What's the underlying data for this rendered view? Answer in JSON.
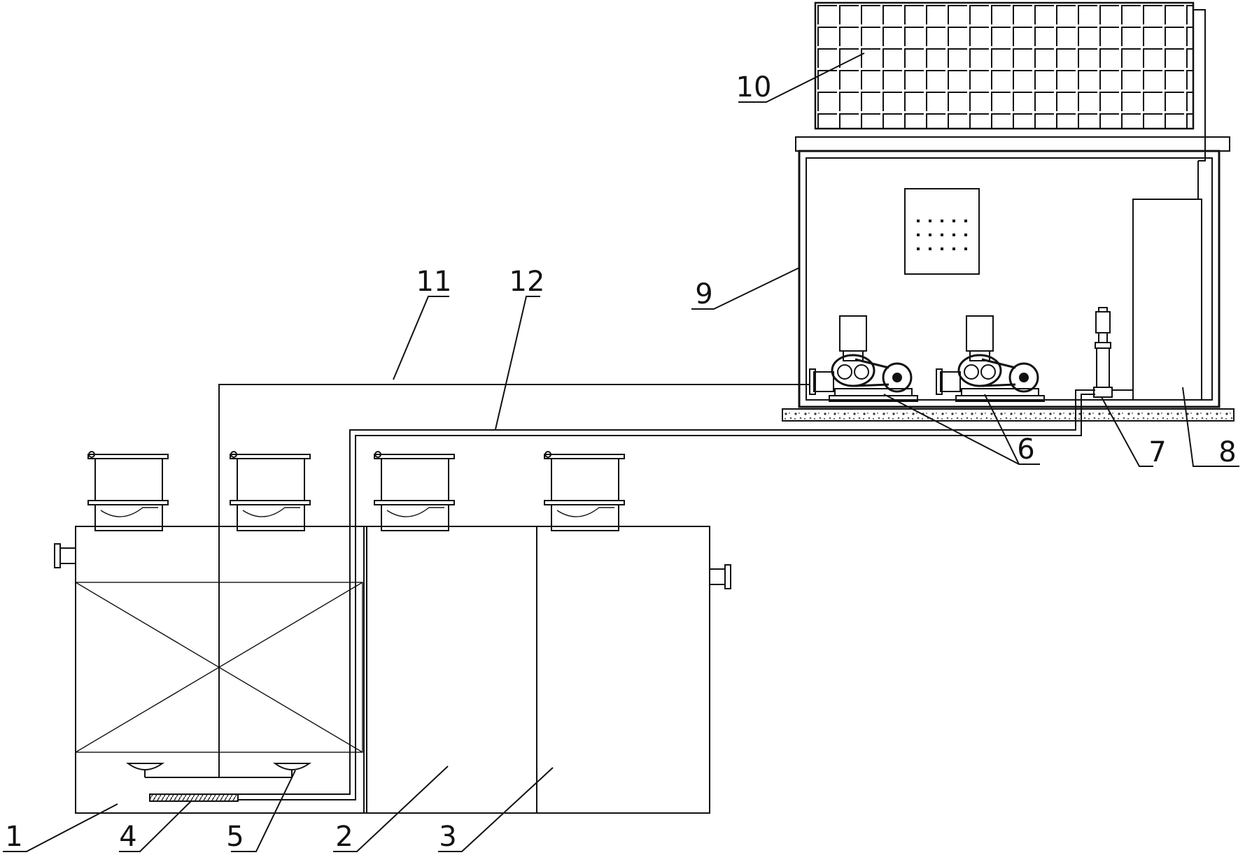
{
  "diagram": {
    "labels": [
      {
        "id": "label-1",
        "text": "1"
      },
      {
        "id": "label-2",
        "text": "2"
      },
      {
        "id": "label-3",
        "text": "3"
      },
      {
        "id": "label-4",
        "text": "4"
      },
      {
        "id": "label-5",
        "text": "5"
      },
      {
        "id": "label-6",
        "text": "6"
      },
      {
        "id": "label-7",
        "text": "7"
      },
      {
        "id": "label-8",
        "text": "8"
      },
      {
        "id": "label-9",
        "text": "9"
      },
      {
        "id": "label-10",
        "text": "10"
      },
      {
        "id": "label-11",
        "text": "11"
      },
      {
        "id": "label-12",
        "text": "12"
      }
    ]
  }
}
